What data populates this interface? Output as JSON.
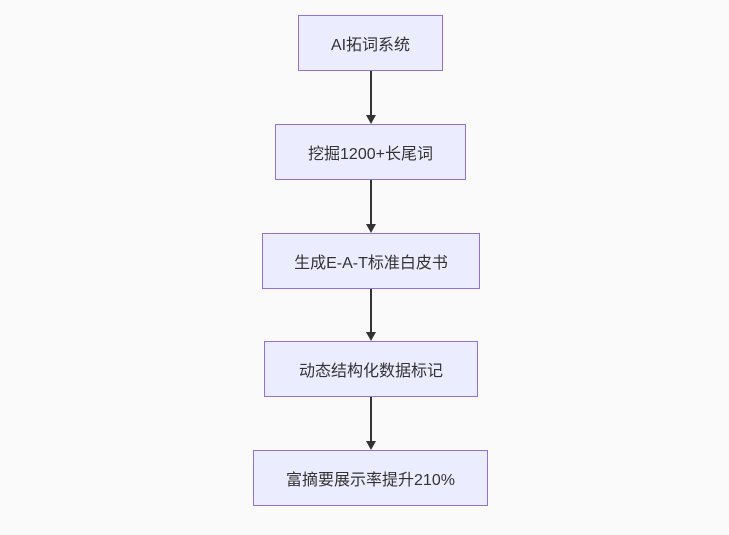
{
  "diagram": {
    "type": "flowchart",
    "direction": "top-down",
    "colors": {
      "background": "#fafafa",
      "node_fill": "#ECECFF",
      "node_border": "#9370DB",
      "text": "#333333",
      "arrow": "#333333"
    },
    "nodes": [
      {
        "label": "AI拓词系统"
      },
      {
        "label": "挖掘1200+长尾词"
      },
      {
        "label": "生成E-A-T标准白皮书"
      },
      {
        "label": "动态结构化数据标记"
      },
      {
        "label": "富摘要展示率提升210%"
      }
    ],
    "edges": [
      {
        "from": 0,
        "to": 1
      },
      {
        "from": 1,
        "to": 2
      },
      {
        "from": 2,
        "to": 3
      },
      {
        "from": 3,
        "to": 4
      }
    ]
  }
}
